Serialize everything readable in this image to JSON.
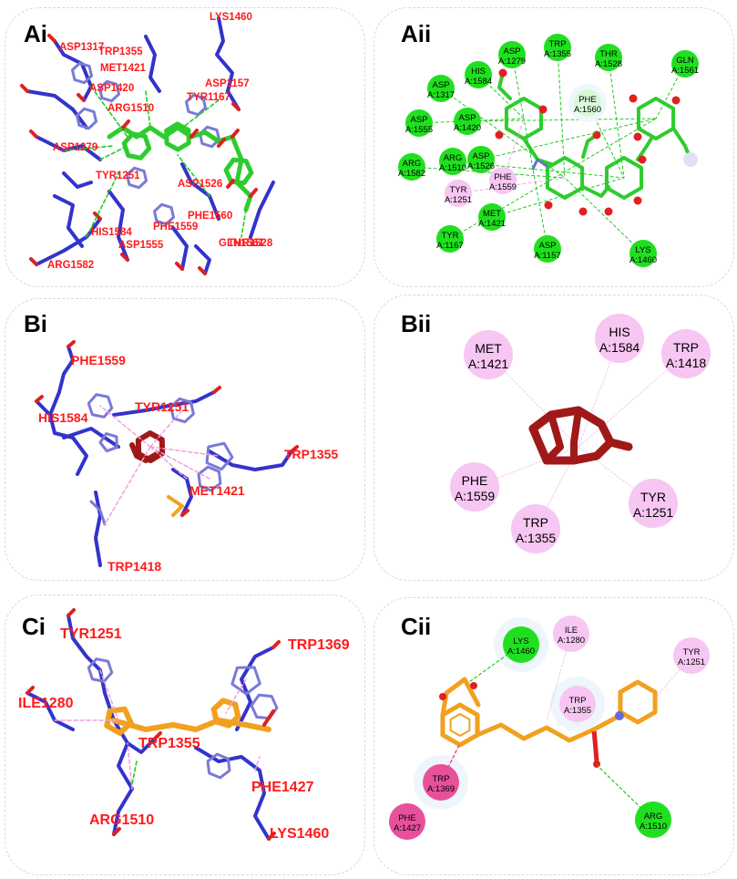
{
  "panels": {
    "ai": {
      "label": "Ai",
      "residues": [
        "LYS1460",
        "ASP1317",
        "TRP1355",
        "MET1421",
        "ASP1420",
        "ASP1157",
        "TYR1167",
        "ARG1510",
        "ASP1279",
        "TYR1251",
        "ASP1526",
        "HIS1584",
        "PHE1559",
        "PHE1560",
        "ASP1555",
        "GLN1561",
        "THR1528",
        "ARG1582"
      ]
    },
    "aii": {
      "label": "Aii",
      "residues": [
        {
          "name": "ASP",
          "num": "A:1279",
          "type": "hbond"
        },
        {
          "name": "TRP",
          "num": "A:1355",
          "type": "hbond"
        },
        {
          "name": "THR",
          "num": "A:1528",
          "type": "hbond"
        },
        {
          "name": "GLN",
          "num": "A:1561",
          "type": "hbond"
        },
        {
          "name": "HIS",
          "num": "A:1584",
          "type": "hbond"
        },
        {
          "name": "ASP",
          "num": "A:1317",
          "type": "hbond"
        },
        {
          "name": "PHE",
          "num": "A:1560",
          "type": "vdw"
        },
        {
          "name": "ASP",
          "num": "A:1420",
          "type": "hbond"
        },
        {
          "name": "ASP",
          "num": "A:1555",
          "type": "hbond"
        },
        {
          "name": "ARG",
          "num": "A:1582",
          "type": "hbond"
        },
        {
          "name": "ARG",
          "num": "A:1510",
          "type": "hbond"
        },
        {
          "name": "ASP",
          "num": "A:1526",
          "type": "hbond"
        },
        {
          "name": "PHE",
          "num": "A:1559",
          "type": "pi"
        },
        {
          "name": "TYR",
          "num": "A:1251",
          "type": "pi"
        },
        {
          "name": "MET",
          "num": "A:1421",
          "type": "hbond"
        },
        {
          "name": "TYR",
          "num": "A:1167",
          "type": "hbond"
        },
        {
          "name": "ASP",
          "num": "A:1157",
          "type": "hbond"
        },
        {
          "name": "LYS",
          "num": "A:1460",
          "type": "hbond"
        }
      ]
    },
    "bi": {
      "label": "Bi",
      "residues": [
        "PHE1559",
        "HIS1584",
        "TYR1251",
        "TRP1355",
        "MET1421",
        "TRP1418"
      ]
    },
    "bii": {
      "label": "Bii",
      "residues": [
        {
          "name": "MET",
          "num": "A:1421",
          "type": "pi"
        },
        {
          "name": "HIS",
          "num": "A:1584",
          "type": "pi"
        },
        {
          "name": "TRP",
          "num": "A:1418",
          "type": "pi"
        },
        {
          "name": "PHE",
          "num": "A:1559",
          "type": "pi"
        },
        {
          "name": "TYR",
          "num": "A:1251",
          "type": "pi"
        },
        {
          "name": "TRP",
          "num": "A:1355",
          "type": "pi"
        }
      ]
    },
    "ci": {
      "label": "Ci",
      "residues": [
        "TYR1251",
        "TRP1369",
        "ILE1280",
        "TRP1355",
        "PHE1427",
        "ARG1510",
        "LYS1460"
      ]
    },
    "cii": {
      "label": "Cii",
      "residues": [
        {
          "name": "LYS",
          "num": "A:1460",
          "type": "hbond"
        },
        {
          "name": "ILE",
          "num": "A:1280",
          "type": "pi"
        },
        {
          "name": "TRP",
          "num": "A:1355",
          "type": "pi"
        },
        {
          "name": "TYR",
          "num": "A:1251",
          "type": "pi"
        },
        {
          "name": "TRP",
          "num": "A:1369",
          "type": "pistack"
        },
        {
          "name": "PHE",
          "num": "A:1427",
          "type": "pistack"
        },
        {
          "name": "ARG",
          "num": "A:1510",
          "type": "hbond"
        }
      ]
    }
  },
  "colors": {
    "hbond": "#1fe01f",
    "pi": "#f7c6f2",
    "pistack": "#e8509b",
    "vdw": "#d8f8d8",
    "protein": "#3333cc",
    "label3d": "#ff1a1a",
    "ligand_a": "#2ecc2e",
    "ligand_b": "#a01818",
    "ligand_c": "#f2a020",
    "oxygen": "#e02020"
  }
}
